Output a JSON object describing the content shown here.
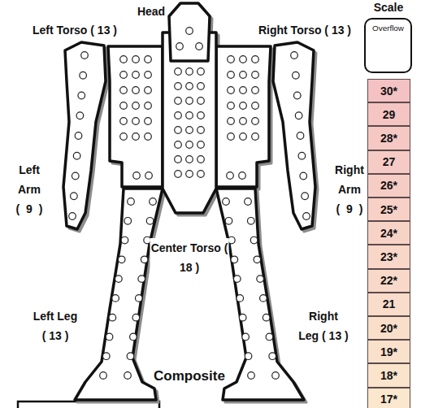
{
  "diagram": {
    "nodes": [
      {
        "text": [
          "Overflow"
        ]
      },
      {
        "text": [
          "30*"
        ]
      },
      {
        "text": [
          "29"
        ]
      },
      {
        "text": [
          "28*"
        ]
      },
      {
        "text": [
          "27"
        ]
      },
      {
        "text": [
          "26*"
        ]
      },
      {
        "text": [
          "25*"
        ]
      },
      {
        "text": [
          "24*"
        ]
      },
      {
        "text": [
          "23*"
        ]
      },
      {
        "text": [
          "22*"
        ]
      },
      {
        "text": [
          "21"
        ]
      },
      {
        "text": [
          "20*"
        ]
      },
      {
        "text": [
          "19*"
        ]
      },
      {
        "text": [
          "18*"
        ]
      },
      {
        "text": [
          "17*"
        ]
      }
    ],
    "labels": [
      "Scale",
      "Head",
      "Left Torso ( 13 )",
      "Right Torso ( 13 )",
      "Left Arm ( 9 )",
      "Right Arm ( 9 )",
      "Center Torso ( 18 )",
      "Left Leg ( 13 )",
      "Right Leg ( 13 )",
      "Composite"
    ]
  }
}
